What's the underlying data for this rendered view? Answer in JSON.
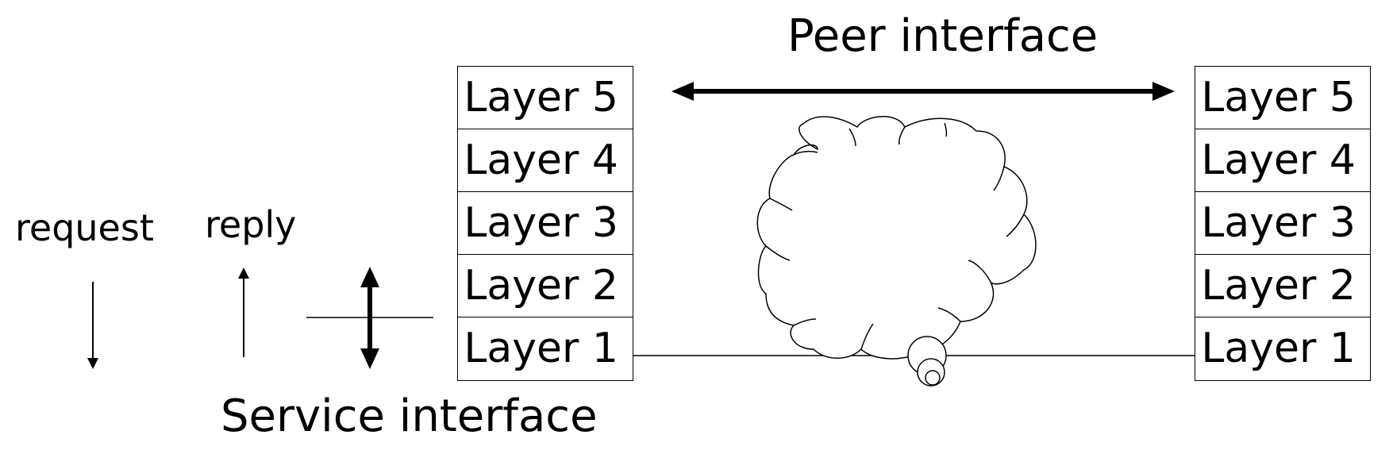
{
  "peer_interface": {
    "label": "Peer interface"
  },
  "service_interface": {
    "label": "Service interface"
  },
  "request": {
    "label": "request"
  },
  "reply": {
    "label": "reply"
  },
  "left_stack": {
    "layers": [
      "Layer 5",
      "Layer 4",
      "Layer 3",
      "Layer 2",
      "Layer 1"
    ]
  },
  "right_stack": {
    "layers": [
      "Layer 5",
      "Layer 4",
      "Layer 3",
      "Layer 2",
      "Layer 1"
    ]
  },
  "colors": {
    "stroke": "#000000",
    "background": "#ffffff"
  }
}
